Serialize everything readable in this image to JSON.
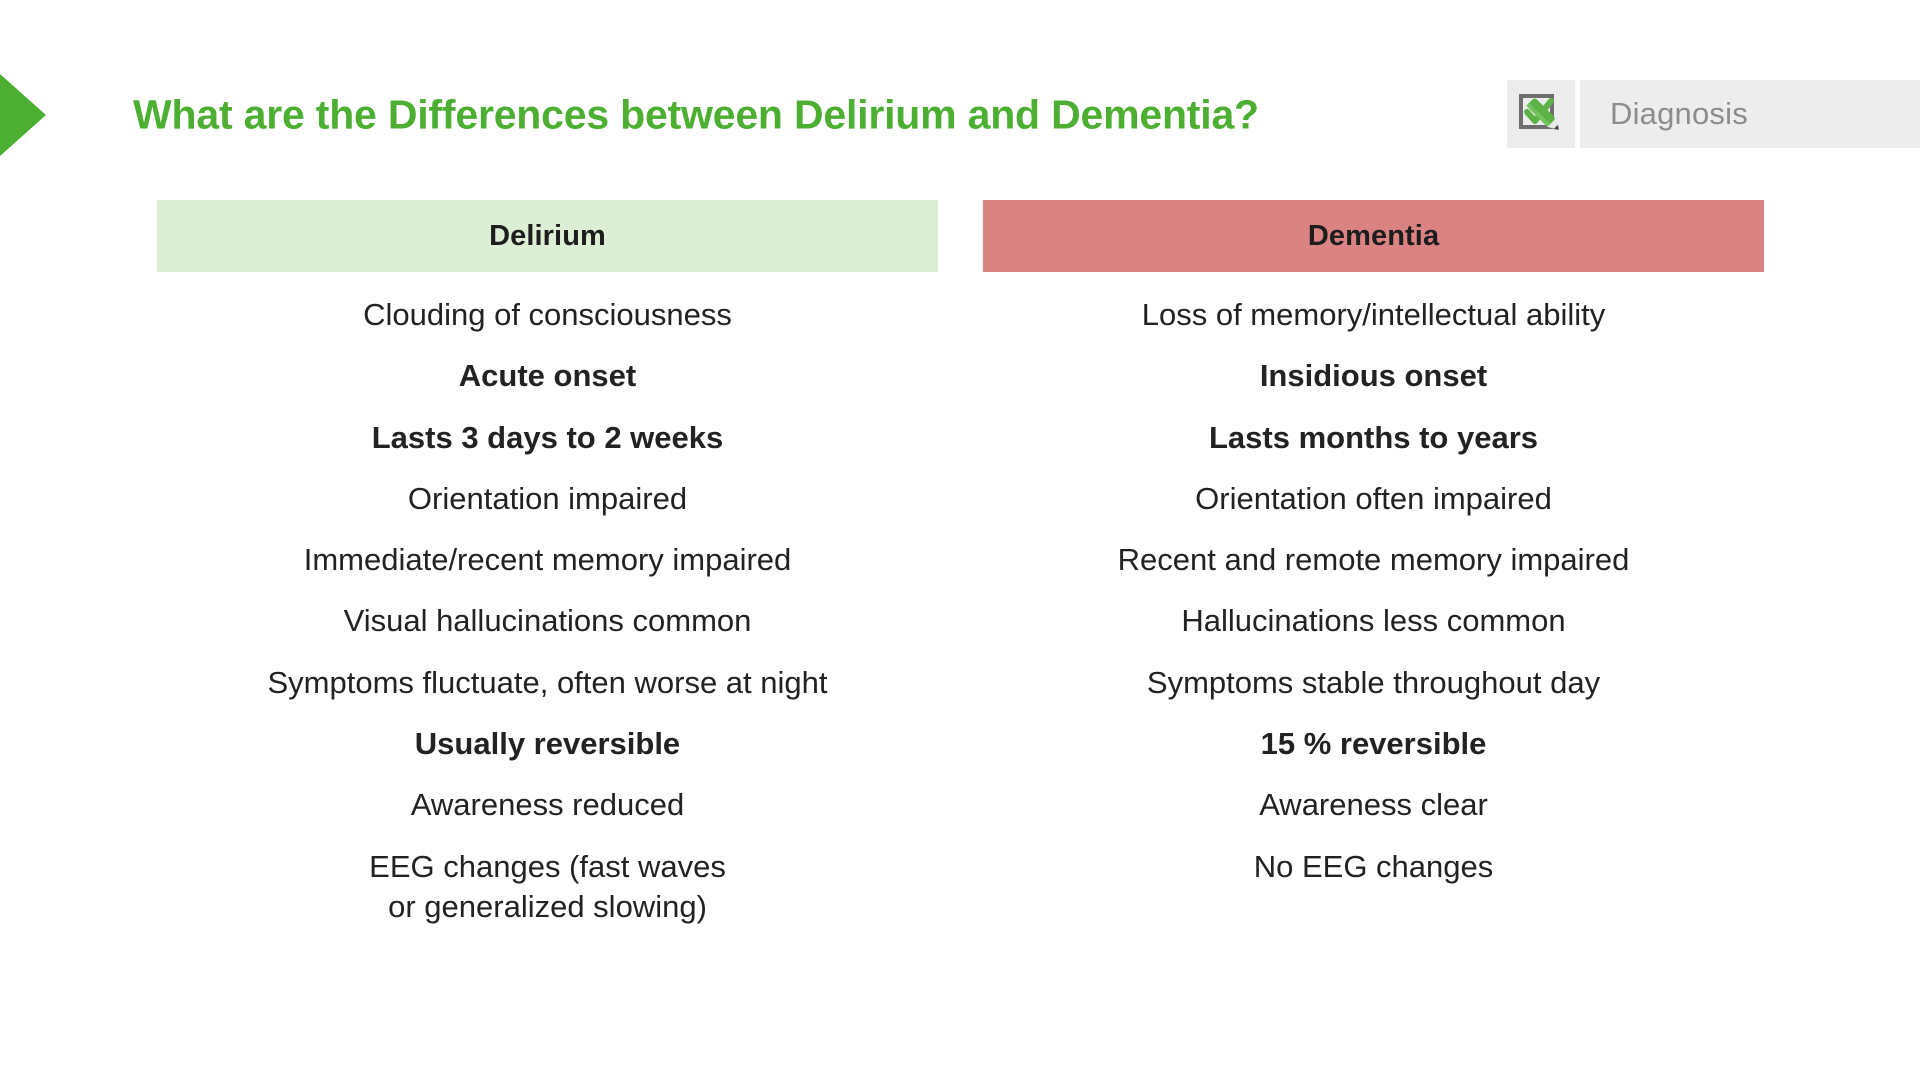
{
  "header": {
    "title": "What are the Differences between Delirium and Dementia?",
    "title_color": "#4caf32",
    "marker_icon": "green-arrow-marker"
  },
  "category_chip": {
    "icon": "checkbox-pencil-icon",
    "label": "Diagnosis",
    "label_color": "#8c8c8c",
    "background": "#ededed"
  },
  "comparison": {
    "columns": [
      {
        "id": "delirium",
        "header": "Delirium",
        "header_background": "#dcefd4",
        "rows": [
          {
            "text": "Clouding of consciousness",
            "bold": false
          },
          {
            "text": "Acute onset",
            "bold": true
          },
          {
            "text": "Lasts 3 days to 2 weeks",
            "bold": true
          },
          {
            "text": "Orientation impaired",
            "bold": false
          },
          {
            "text": "Immediate/recent memory impaired",
            "bold": false
          },
          {
            "text": "Visual hallucinations common",
            "bold": false
          },
          {
            "text": "Symptoms fluctuate, often worse at night",
            "bold": false
          },
          {
            "text": "Usually reversible",
            "bold": true
          },
          {
            "text": "Awareness reduced",
            "bold": false
          },
          {
            "text": "EEG changes (fast waves\nor generalized slowing)",
            "bold": false
          }
        ]
      },
      {
        "id": "dementia",
        "header": "Dementia",
        "header_background": "#db8282",
        "rows": [
          {
            "text": "Loss of memory/intellectual ability",
            "bold": false
          },
          {
            "text": "Insidious onset",
            "bold": true
          },
          {
            "text": "Lasts months to years",
            "bold": true
          },
          {
            "text": "Orientation often impaired",
            "bold": false
          },
          {
            "text": "Recent and remote memory impaired",
            "bold": false
          },
          {
            "text": "Hallucinations less common",
            "bold": false
          },
          {
            "text": "Symptoms stable throughout day",
            "bold": false
          },
          {
            "text": "15 % reversible",
            "bold": true
          },
          {
            "text": "Awareness clear",
            "bold": false
          },
          {
            "text": "No EEG changes",
            "bold": false
          }
        ]
      }
    ]
  }
}
